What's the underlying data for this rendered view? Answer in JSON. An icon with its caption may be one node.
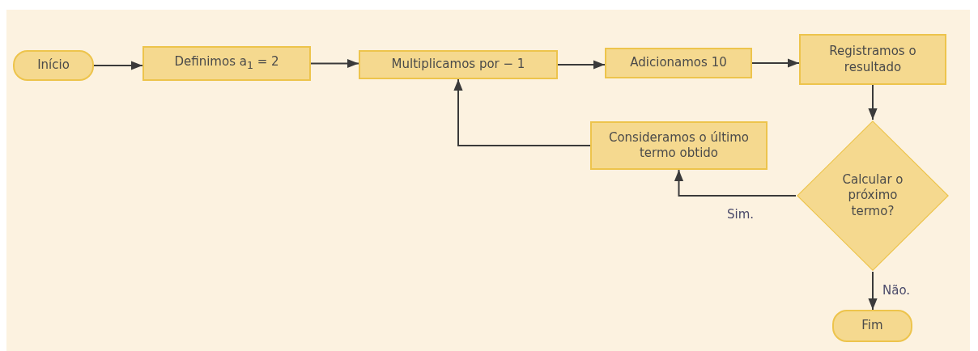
{
  "diagram": {
    "nodes": [
      {
        "text": [
          "Início"
        ]
      },
      {
        "text": [
          "Definimos a$_{1}$ = 2"
        ]
      },
      {
        "text": [
          "Multiplicamos por − 1"
        ]
      },
      {
        "text": [
          "Adicionamos 10"
        ]
      },
      {
        "text": [
          "Registramos o resultado"
        ]
      },
      {
        "text": [
          "Consideramos o último termo obtido"
        ]
      },
      {
        "text": [
          "Calcular o próximo termo?"
        ]
      },
      {
        "text": [
          "Fim"
        ]
      }
    ],
    "edges": [
      {
        "from": 0,
        "to": 1,
        "arrow": "to"
      },
      {
        "from": 1,
        "to": 2,
        "arrow": "to"
      },
      {
        "from": 2,
        "to": 3,
        "arrow": "to"
      },
      {
        "from": 3,
        "to": 4,
        "arrow": "to"
      },
      {
        "from": 4,
        "to": 6,
        "arrow": "to"
      },
      {
        "from": 6,
        "to": 5,
        "arrow": "to",
        "label": "Sim."
      },
      {
        "from": 5,
        "to": 2,
        "arrow": "to"
      },
      {
        "from": 6,
        "to": 7,
        "arrow": "to",
        "label": "Não."
      }
    ]
  }
}
